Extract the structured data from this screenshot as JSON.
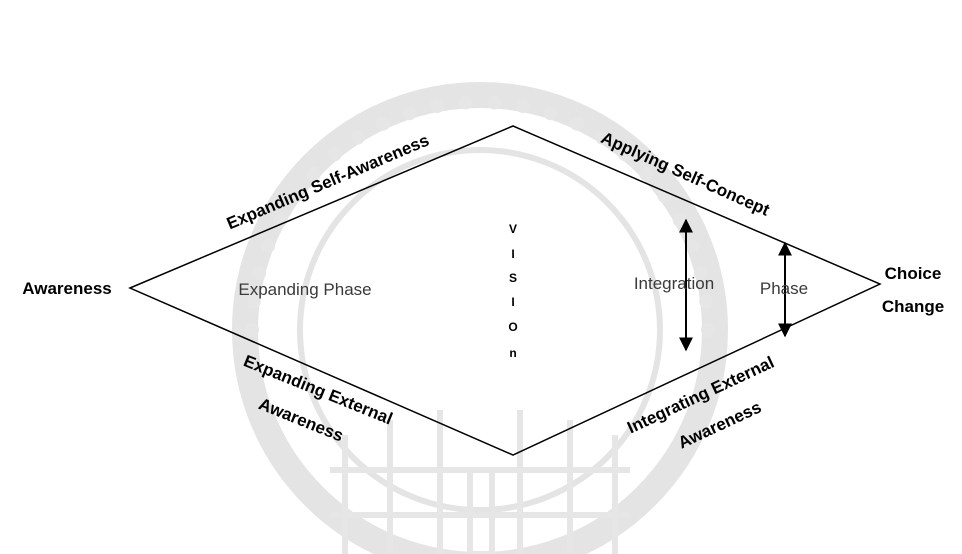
{
  "diagram": {
    "left_node": "Awareness",
    "right_node": [
      "Choice",
      "Change"
    ],
    "edge_upper_left": "Expanding Self-Awareness",
    "edge_upper_right": "Applying Self-Concept",
    "edge_lower_left": [
      "Expanding External",
      "Awareness"
    ],
    "edge_lower_right": [
      "Integrating External",
      "Awareness"
    ],
    "center_left_label": "Expanding Phase",
    "vision_letters": [
      "V",
      "I",
      "S",
      "I",
      "O",
      "n"
    ],
    "integration_label": "Integration",
    "phase_label": "Phase"
  },
  "colors": {
    "line": "#000000",
    "watermark": "#e4e4e4"
  }
}
